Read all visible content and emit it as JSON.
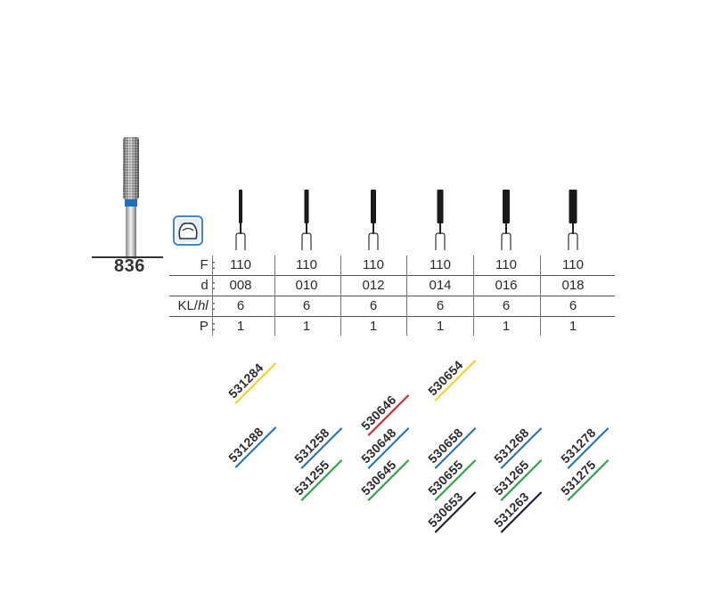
{
  "product": {
    "number": "836"
  },
  "colors": {
    "blue": "#1f6fbf",
    "yellow": "#f2d21b",
    "red": "#e0202a",
    "green": "#26a043",
    "black": "#1a1a2e",
    "icon_blue": "#3a8ad2"
  },
  "icon": {
    "name": "crown-prep-icon"
  },
  "table": {
    "labels": {
      "f": "F :",
      "d": "d :",
      "kl_prefix": "KL/",
      "kl_italic": "hl",
      "kl_suffix": " :",
      "p": "P :"
    },
    "columns": [
      {
        "f": "110",
        "d": "008",
        "kl": "6",
        "p": "1"
      },
      {
        "f": "110",
        "d": "010",
        "kl": "6",
        "p": "1"
      },
      {
        "f": "110",
        "d": "012",
        "kl": "6",
        "p": "1"
      },
      {
        "f": "110",
        "d": "014",
        "kl": "6",
        "p": "1"
      },
      {
        "f": "110",
        "d": "016",
        "kl": "6",
        "p": "1"
      },
      {
        "f": "110",
        "d": "018",
        "kl": "6",
        "p": "1"
      }
    ]
  },
  "codes": {
    "c0": {
      "yellow": "531284",
      "blue": "531288"
    },
    "c1": {
      "blue": "531258",
      "green": "531255"
    },
    "c2": {
      "red": "530646",
      "blue": "530648",
      "green": "530645"
    },
    "c3": {
      "yellow": "530654",
      "blue": "530658",
      "green": "530655",
      "black": "530653"
    },
    "c4": {
      "blue": "531268",
      "green": "531265",
      "black": "531263"
    },
    "c5": {
      "blue": "531278",
      "green": "531275"
    }
  }
}
